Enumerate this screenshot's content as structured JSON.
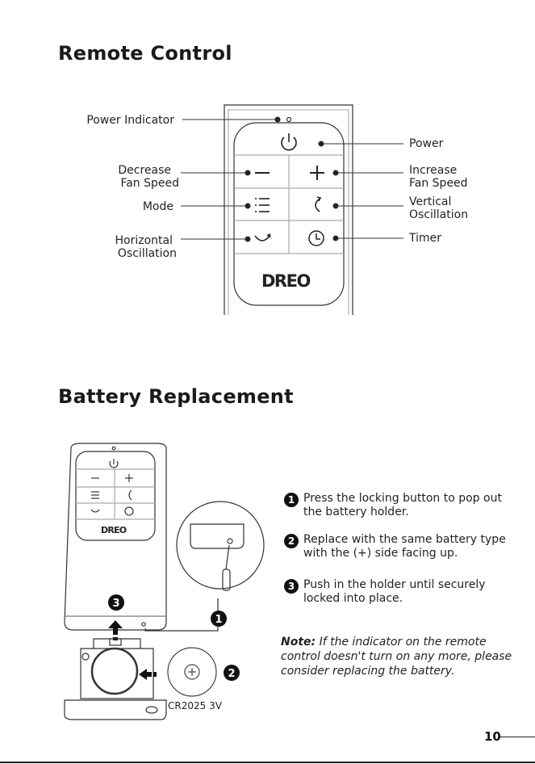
{
  "remote_section": {
    "title": "Remote Control",
    "labels": {
      "power_indicator": "Power Indicator",
      "power": "Power",
      "decrease_line1": "Decrease",
      "decrease_line2": "Fan Speed",
      "increase_line1": "Increase",
      "increase_line2": "Fan Speed",
      "mode": "Mode",
      "vertical_line1": "Vertical",
      "vertical_line2": "Oscillation",
      "horizontal_line1": "Horizontal",
      "horizontal_line2": "Oscillation",
      "timer": "Timer"
    },
    "brand_logo": "DREO"
  },
  "battery_section": {
    "title": "Battery Replacement",
    "steps": [
      {
        "number": "1",
        "text": "Press the locking button to pop out the battery holder."
      },
      {
        "number": "2",
        "text": "Replace with the same battery type with the (+) side facing up."
      },
      {
        "number": "3",
        "text": "Push in the holder until securely locked into place."
      }
    ],
    "note_label": "Note:",
    "note_text": "If the indicator on the remote control doesn't turn on any more, please consider replacing the battery.",
    "battery_label": "CR2025 3V",
    "callouts": {
      "one": "1",
      "two": "2",
      "three": "3"
    },
    "small_logo": "DREO"
  },
  "page_number": "10"
}
